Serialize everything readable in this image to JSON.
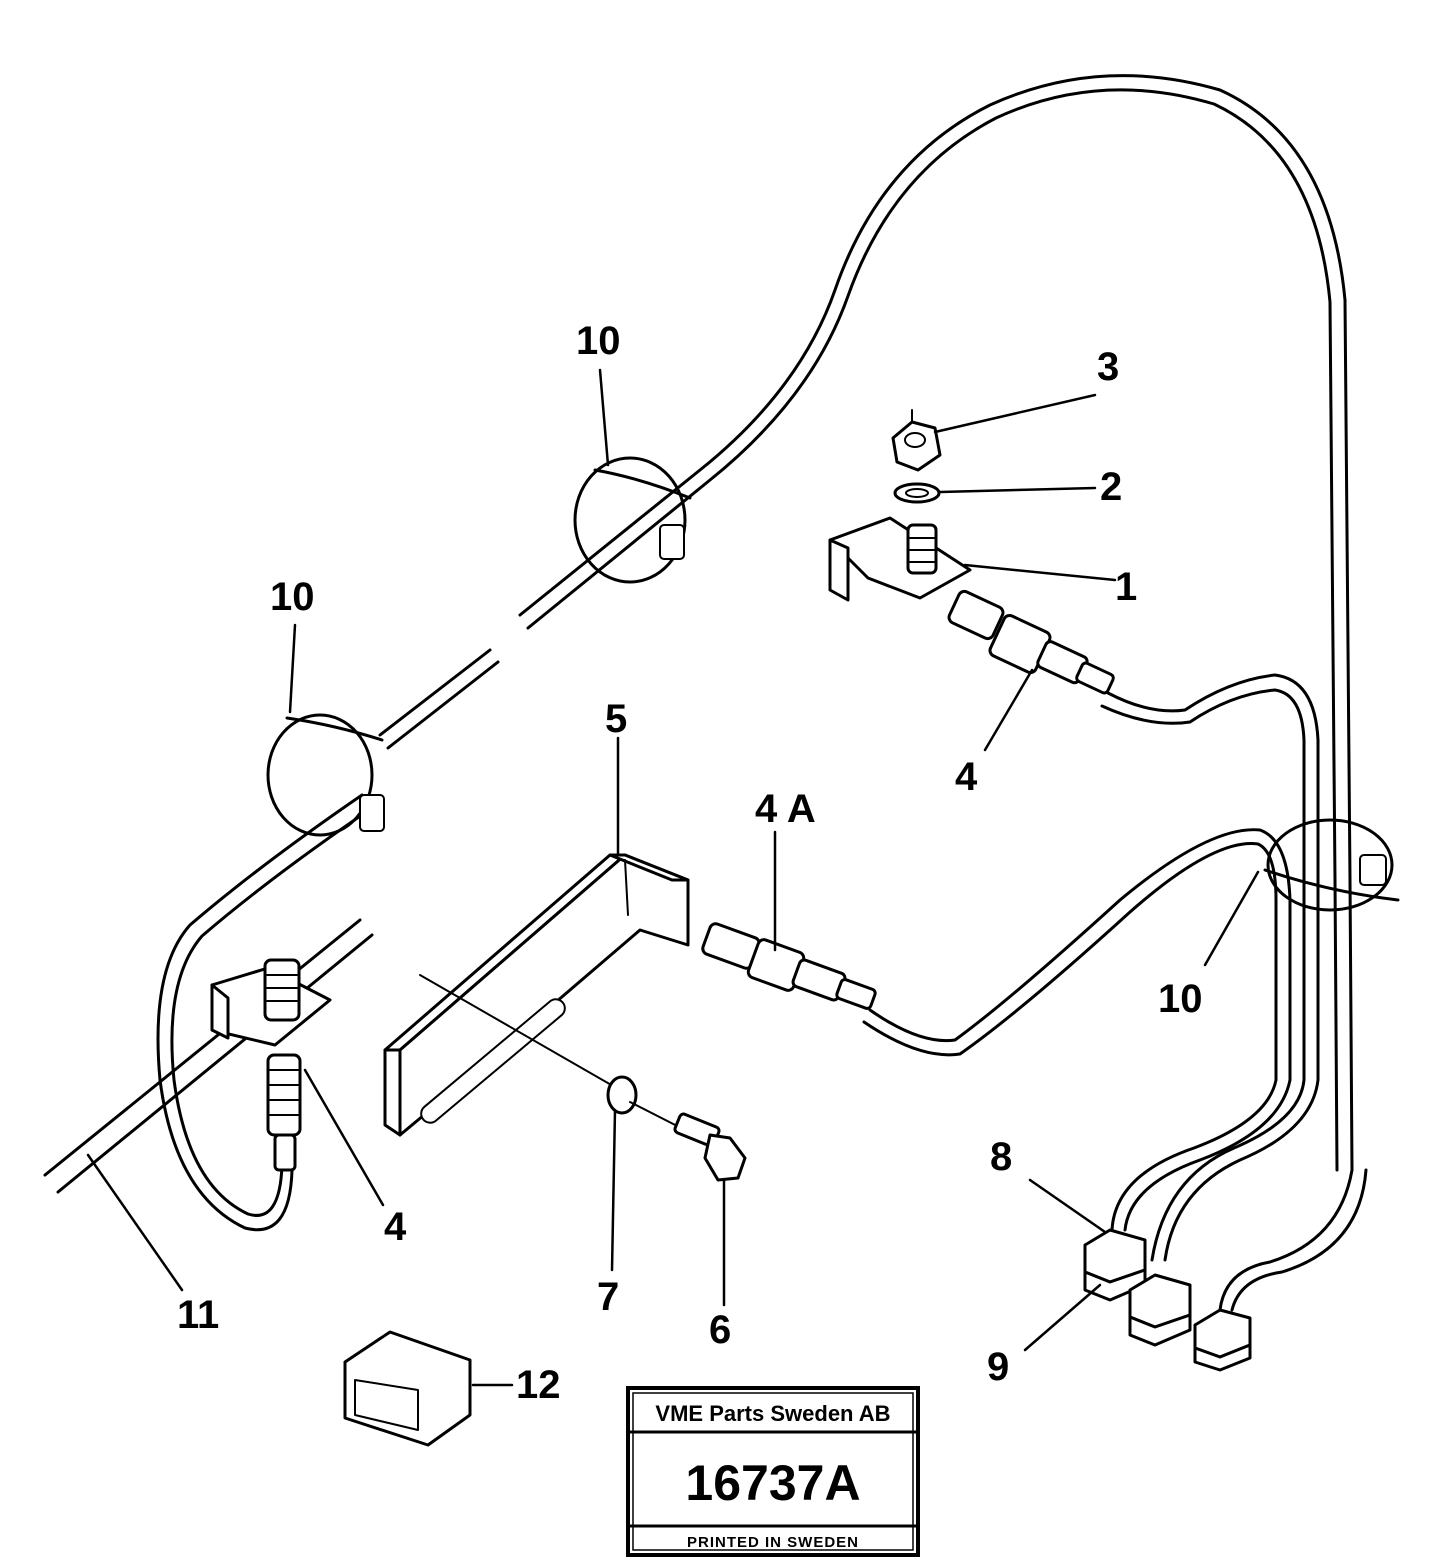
{
  "callouts": {
    "c1": "1",
    "c2": "2",
    "c3": "3",
    "c4_right": "4",
    "c4_left": "4",
    "c4a": "4 A",
    "c5": "5",
    "c6": "6",
    "c7": "7",
    "c8": "8",
    "c9": "9",
    "c10_top": "10",
    "c10_left": "10",
    "c10_right": "10",
    "c11": "11",
    "c12": "12"
  },
  "stamp": {
    "company": "VME Parts Sweden AB",
    "number": "16737A",
    "printed": "PRINTED IN SWEDEN"
  }
}
